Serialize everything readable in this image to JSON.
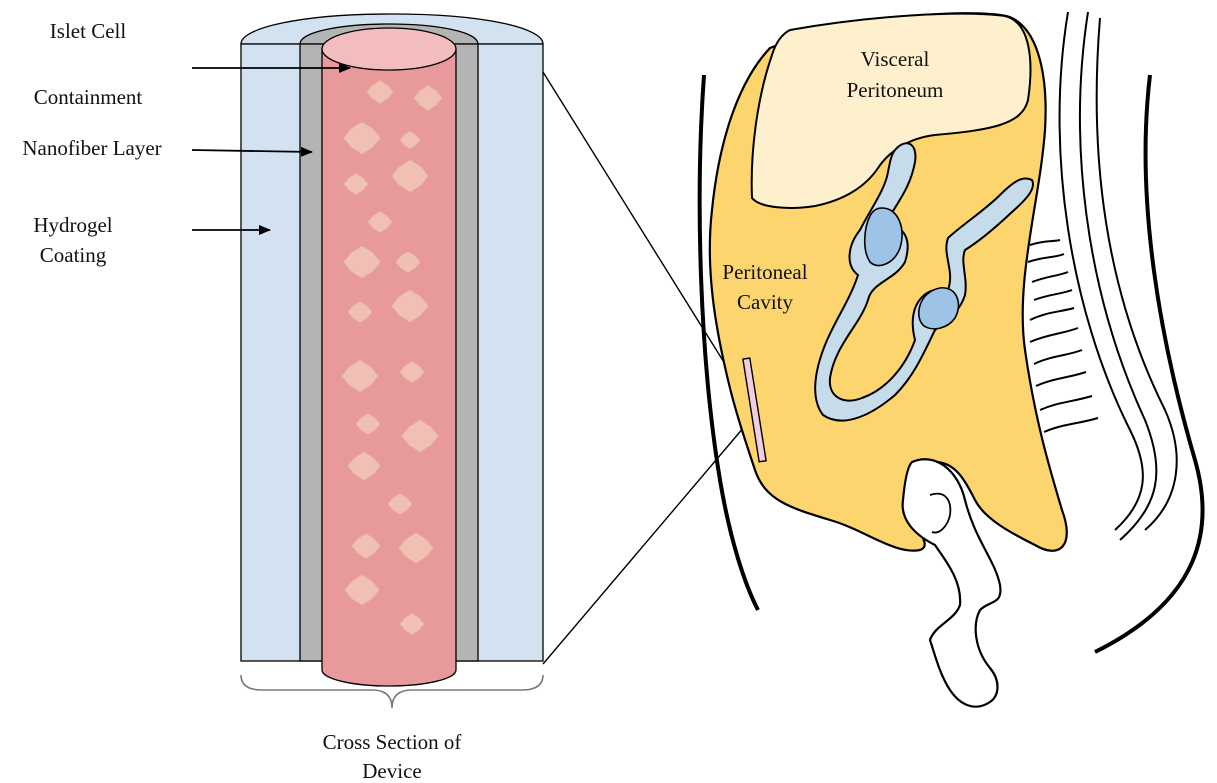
{
  "labels": {
    "islet_line1": "Islet Cell",
    "islet_line2": "Containment",
    "nanofiber": "Nanofiber Layer",
    "hydrogel_line1": "Hydrogel",
    "hydrogel_line2": "Coating",
    "cross_line1": "Cross Section of",
    "cross_line2": "Device",
    "visceral_line1": "Visceral",
    "visceral_line2": "Peritoneum",
    "cavity_line1": "Peritoneal",
    "cavity_line2": "Cavity"
  },
  "colors": {
    "hydrogel": "#d3e2f0",
    "nanofiber": "#b4b4b4",
    "islet_core": "#e7999b",
    "islet_top": "#f3bcbf",
    "cell_cluster": "#f1c0b4",
    "cavity": "#fdd56f",
    "visceral": "#fef0cd",
    "vessel": "#9dc4e6",
    "vessel_light": "#c7dceb",
    "implant": "#f1cde0"
  }
}
